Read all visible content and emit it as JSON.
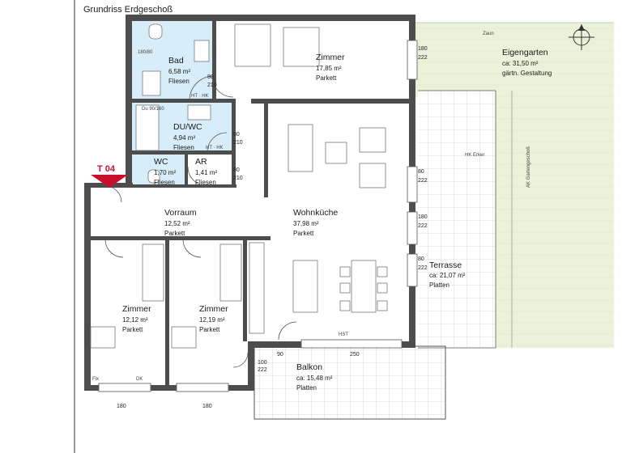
{
  "title": "Grundriss Erdgeschoß",
  "unit_tag": "T 04",
  "rooms": {
    "bad": {
      "name": "Bad",
      "area": "6,58 m²",
      "floor": "Fliesen"
    },
    "zimmer_top": {
      "name": "Zimmer",
      "area": "17,85 m²",
      "floor": "Parkett"
    },
    "duwc": {
      "name": "DU/WC",
      "area": "4,94 m²",
      "floor": "Fliesen"
    },
    "wc": {
      "name": "WC",
      "area": "1,70 m²",
      "floor": "Fliesen"
    },
    "ar": {
      "name": "AR",
      "area": "1,41 m²",
      "floor": "Fliesen"
    },
    "vorraum": {
      "name": "Vorraum",
      "area": "12,52 m²",
      "floor": "Parkett"
    },
    "wohnkueche": {
      "name": "Wohnküche",
      "area": "37,98 m²",
      "floor": "Parkett"
    },
    "zimmer_left": {
      "name": "Zimmer",
      "area": "12,12 m²",
      "floor": "Parkett"
    },
    "zimmer_mid": {
      "name": "Zimmer",
      "area": "12,19 m²",
      "floor": "Parkett"
    },
    "terrasse": {
      "name": "Terrasse",
      "area": "ca: 21,07 m²",
      "floor": "Platten"
    },
    "balkon": {
      "name": "Balkon",
      "area": "ca: 15,48 m²",
      "floor": "Platten"
    },
    "eigengarten": {
      "name": "Eigengarten",
      "area": "ca: 31,50 m²",
      "floor": "gärtn. Gestaltung"
    }
  },
  "annotations": {
    "zaun": "Zaun",
    "ht_hk": "HT · HK",
    "ht_hk2": "HT · HK",
    "hk_erker": "HK Erker",
    "ak_garten": "AK Gartengeschoß",
    "du_size": "Du 90/160",
    "bath_size": "180/80",
    "hst": "HST",
    "fix": "Fix",
    "dk": "DK"
  },
  "dimensions": {
    "door_80": "80",
    "door_90": "90",
    "h_210": "210",
    "w_180": "180",
    "h_222": "222",
    "w_250": "250",
    "w_100": "100"
  },
  "colors": {
    "wet_room": "#d7eefa",
    "garden": "#eaf3d9",
    "tag_red": "#c8102e",
    "wall": "#4d4d4d"
  }
}
